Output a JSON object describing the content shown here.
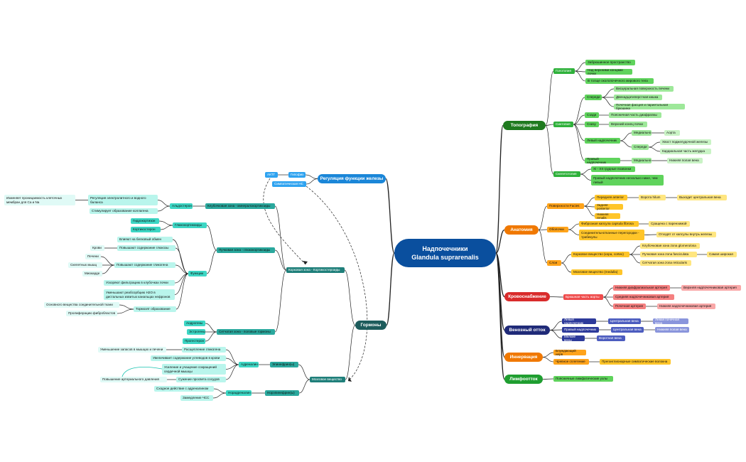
{
  "root": {
    "line1": "Надпочечники",
    "line2": "Glandula suprarenalis"
  },
  "branches": {
    "topography": {
      "label": "Топография",
      "color": "#1f7a1f",
      "holotopy": "Голотопия",
      "holotopy_items": [
        "Забрюшинное пространство",
        "Над верхними концами почки",
        "В толще околопочечного жирового тела"
      ],
      "syntopy": "Синтопия",
      "front": "Спереди",
      "front_items": [
        "Висцеральная поверхность печени",
        "Двенадцатиперстная кишка",
        "Почечная фасция и париетальная брюшина"
      ],
      "back": "Сзади",
      "back_item": "Поясничная часть диафрагмы",
      "below": "Снизу",
      "below_item": "Верхний конец почки",
      "left": "Левый надпочечник",
      "medial": "Медиально",
      "aorta": "Аорта",
      "front2": "Спереди",
      "pancreas_tail": "Хвост поджелудочной железы",
      "stomach": "Кардиальная часть желудка",
      "right": "Правый надпочечник",
      "medial2": "Медиально",
      "ivc": "Нижняя полая вена",
      "skeletotopy": "Скелетотопия",
      "skel_items": [
        "XI - XII грудные позвонки",
        "Правый надпочечник несколько ниже, чем левый"
      ]
    },
    "anatomy": {
      "label": "Анатомия",
      "color": "#f07800",
      "surfaces": "Поверхности Facies",
      "anterior": "Передняя anterior",
      "hilum": "Ворота hilum",
      "central_vein_exit": "Выходит центральная вена",
      "posterior": "Задняя posterior",
      "renalis": "Нижняя renalis",
      "capsules": "Оболочки",
      "fibrous": "Фиброзная капсула capsula fibrosa",
      "fused": "Сращена с паренхимой",
      "septa": "Соединительнотканные перегородки - трабекулы",
      "septa_desc": "Отходят от капсулы внутрь железы",
      "layers": "Слои",
      "cortex": "Корковое вещество (корa, cortex)",
      "glomerular": "Клубочковая зона zona glomerulosa",
      "fascicular": "Пучковая зона zona fasciculata",
      "widest": "Самая широкая",
      "reticular": "Сетчатая зона zona reticularis",
      "medulla": "Мозговое вещество (medulla)"
    },
    "blood": {
      "label": "Кровоснабжение",
      "color": "#d92b2b",
      "trunk": "Брюшная часть аорты",
      "sup": "Нижняя диафрагмальная артерия",
      "sup_target": "Верхняя надпочечниковая артерия",
      "mid": "Средняя надпочечниковая артерия",
      "inf": "Почечная артерия",
      "inf_target": "Нижняя надпочечниковая артерия"
    },
    "venous": {
      "label": "Венозный отток",
      "color": "#1f2a78",
      "left": "Левый надпочечник",
      "left_vein": "Центральная вена",
      "left_target": "Левая почечная вена",
      "right": "Правый надпочечник",
      "right_vein": "Центральная вена",
      "right_target": "Нижняя полая вена",
      "small": "Мелкие вены",
      "portal": "Воротная вена"
    },
    "innervation": {
      "label": "Иннервация",
      "color": "#f07800",
      "vagus": "Блуждающий нерв",
      "celiac": "Чревное сплетение",
      "celiac_desc": "Преганглионарные симпатические волокна"
    },
    "lymph": {
      "label": "Лимфоотток",
      "color": "#1f9e30",
      "nodes": "Поясничные лимфатические узлы"
    },
    "regulation": {
      "label": "Регуляция функции железы",
      "color": "#1a86d8",
      "acth": "АКТГ",
      "pituitary": "Гипофиз",
      "symp": "Симпатическая НС"
    },
    "hormones": {
      "label": "Гормоны",
      "color": "#1d5c5c",
      "cortex": "Корковая зона - Кортикостероиды",
      "glom": "Клубочковая зона - минералокортикоиды",
      "aldo": "Альдостерон",
      "aldo_items": [
        "Регуляция электролитного и водного баланса",
        "Стимулирует образование коллагена"
      ],
      "aldo_effect": "Изменяет проницаемость клеточных мембран для Ca и Na",
      "fasc": "Пучковая зона - глюкокортикоиды",
      "gluco": "Глюкокортикоиды",
      "hydrocortisone": "Гидрокортизон",
      "corticosterone": "Кортикостерон",
      "functions": "Функции",
      "protein": "Влияют на белковый обмен",
      "blood_glucose": "Повышают содержание глюкозы",
      "blood": "Крови",
      "glycogen": "Повышают содержание гликогена",
      "glycogen_items": [
        "Печени",
        "Скелетных мышц",
        "Миокарде"
      ],
      "filtration": "Ускоряют фильтрацию в клубочках почки",
      "h2o": "Уменьшают реабсорбцию H2O в дистальных извитых канальцах нефронов",
      "inhibit": "Тормозят образование",
      "inhibit_items": [
        "Основного вещества соединительной ткани",
        "Пролиферацию фибробластов"
      ],
      "ret": "Сетчатая зона - половые гормоны",
      "ret_items": [
        "Андрогены",
        "Эстрогены",
        "Прогестерон"
      ],
      "medulla": "Мозговое вещество",
      "epi": "Эпинефрин(ы)",
      "adrenaline": "Адреналин",
      "adr_items": [
        "Расщепление гликогена",
        "Увеличивает содержание углеводов в крови",
        "Усиление и учащение сокращений сердечной мышцы",
        "Сужение просвета сосудов"
      ],
      "glycogen_loss": "Уменьшение запасов в мышцах и печени",
      "bp": "Повышение артериального давления",
      "norepi": "Норэпинефрин(ы)",
      "noradrenaline": "Норадреналин",
      "nor_items": [
        "Сходное действие с адреналином",
        "Замедление ЧСС"
      ]
    }
  }
}
